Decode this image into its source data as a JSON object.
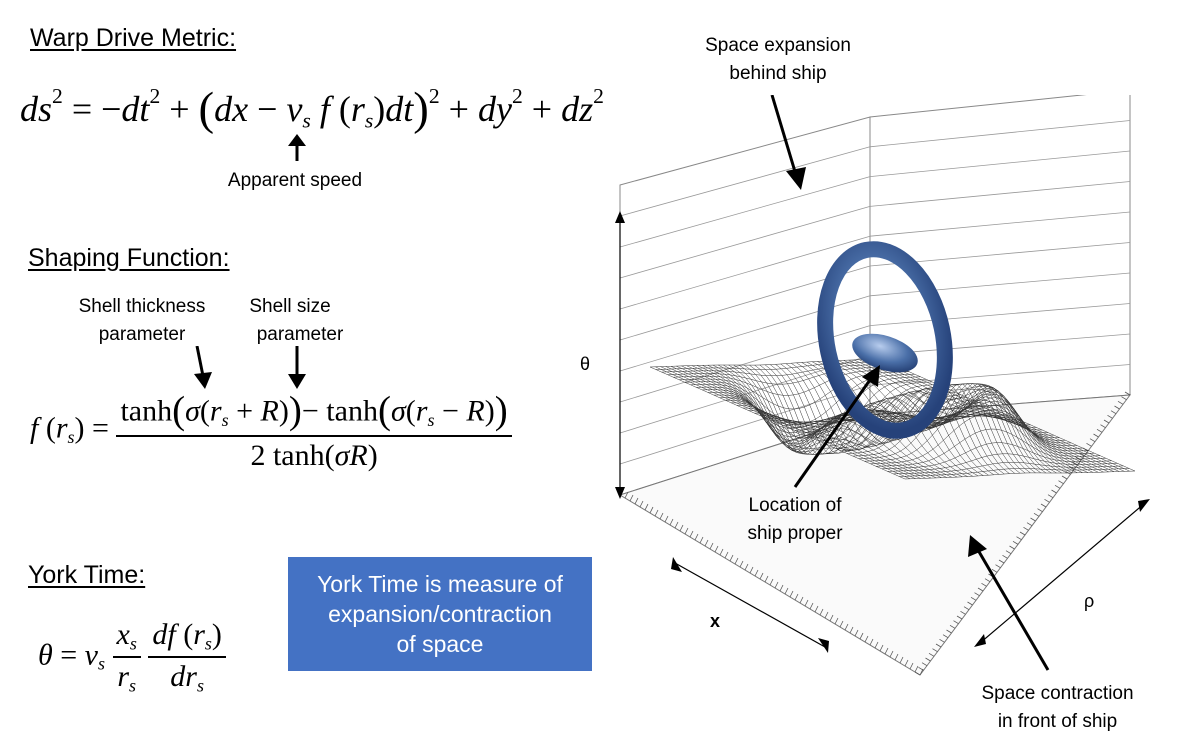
{
  "headings": {
    "metric": "Warp Drive Metric:",
    "shaping": "Shaping Function:",
    "york": "York Time:"
  },
  "labels": {
    "apparent_speed": "Apparent speed",
    "shell_thickness_1": "Shell thickness",
    "shell_thickness_2": "parameter",
    "shell_size_1": "Shell size",
    "shell_size_2": "parameter"
  },
  "equations": {
    "metric": "ds² = −dt² + (dx − vₛ f(rₛ)dt)² + dy² + dz²",
    "shaping": "f(rₛ) = [tanh(σ(rₛ + R)) − tanh(σ(rₛ − R))] / 2 tanh(σR)",
    "york": "θ = vₛ (xₛ / rₛ) df(rₛ)/drₛ"
  },
  "callout": {
    "text": "York Time is measure of expansion/contraction of space",
    "line1": "York Time is measure of",
    "line2": "expansion/contraction",
    "line3": "of space",
    "bg_color": "#4472c4",
    "text_color": "#ffffff"
  },
  "plot": {
    "axis_theta": "θ",
    "axis_x": "x",
    "axis_rho": "ρ",
    "ring_color": "#4a6fa8",
    "annotations": {
      "expansion_1": "Space expansion",
      "expansion_2": "behind ship",
      "ship_1": "Location of",
      "ship_2": "ship proper",
      "contraction_1": "Space contraction",
      "contraction_2": "in front of ship"
    }
  }
}
